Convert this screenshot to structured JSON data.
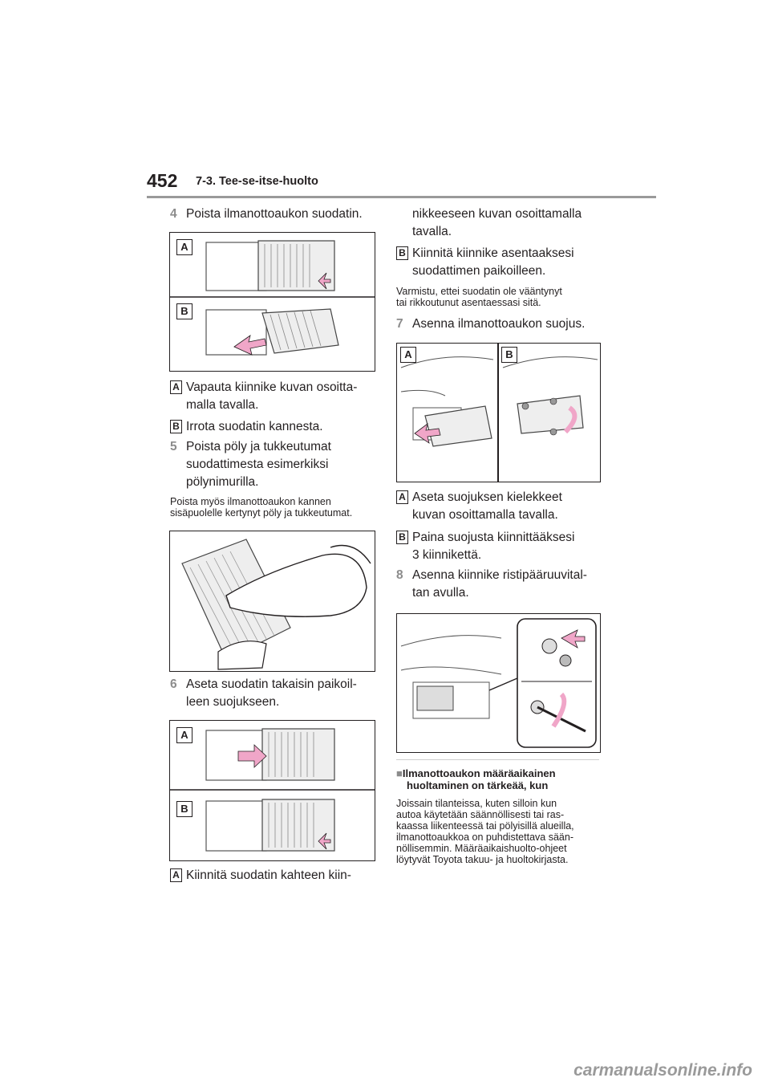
{
  "header": {
    "page_number": "452",
    "section": "7-3. Tee-se-itse-huolto"
  },
  "left": {
    "step4": {
      "num": "4",
      "text": "Poista ilmanottoaukon suodatin."
    },
    "fig1": {
      "label_a": "A",
      "label_b": "B"
    },
    "a1": {
      "tag": "A",
      "line1": "Vapauta kiinnike kuvan osoitta-",
      "line2": "malla tavalla."
    },
    "b1": {
      "tag": "B",
      "line1": "Irrota suodatin kannesta."
    },
    "step5": {
      "num": "5",
      "line1": "Poista pöly ja tukkeutumat",
      "line2": "suodattimesta esimerkiksi",
      "line3": "pölynimurilla."
    },
    "note1": {
      "line1": "Poista myös ilmanottoaukon kannen",
      "line2": "sisäpuolelle kertynyt pöly ja tukkeutumat."
    },
    "step6": {
      "num": "6",
      "line1": "Aseta suodatin takaisin paikoil-",
      "line2": "leen suojukseen."
    },
    "fig3": {
      "label_a": "A",
      "label_b": "B"
    },
    "a2": {
      "tag": "A",
      "line1": "Kiinnitä suodatin kahteen kiin-"
    }
  },
  "right": {
    "a2_cont": {
      "line1": "nikkeeseen kuvan osoittamalla",
      "line2": "tavalla."
    },
    "b2": {
      "tag": "B",
      "line1": "Kiinnitä kiinnike asentaaksesi",
      "line2": "suodattimen paikoilleen."
    },
    "note2": {
      "line1": "Varmistu, ettei suodatin ole vääntynyt",
      "line2": "tai rikkoutunut asentaessasi sitä."
    },
    "step7": {
      "num": "7",
      "text": "Asenna ilmanottoaukon suojus."
    },
    "fig4": {
      "label_a": "A",
      "label_b": "B"
    },
    "a3": {
      "tag": "A",
      "line1": "Aseta suojuksen kielekkeet",
      "line2": "kuvan osoittamalla tavalla."
    },
    "b3": {
      "tag": "B",
      "line1": "Paina suojusta kiinnittääksesi",
      "line2": "3 kiinnikettä."
    },
    "step8": {
      "num": "8",
      "line1": "Asenna kiinnike ristipääruuvital-",
      "line2": "tan avulla."
    },
    "subheading": {
      "bullet": "■",
      "line1": "Ilmanottoaukon määräaikainen",
      "line2": "huoltaminen on tärkeää, kun"
    },
    "body": {
      "line1": "Joissain tilanteissa, kuten silloin kun",
      "line2": "autoa käytetään säännöllisesti tai ras-",
      "line3": "kaassa liikenteessä tai pölyisillä alueilla,",
      "line4": "ilmanottoaukkoa on puhdistettava sään-",
      "line5": "nöllisemmin. Määräaikaishuolto-ohjeet",
      "line6": "löytyvät Toyota takuu- ja huoltokirjasta."
    }
  },
  "footer": {
    "watermark": "carmanualsonline.info"
  },
  "colors": {
    "arrow_pink": "#f0a6c8",
    "step_gray": "#8c8c8c",
    "rule_gray": "#9a9a9a"
  }
}
